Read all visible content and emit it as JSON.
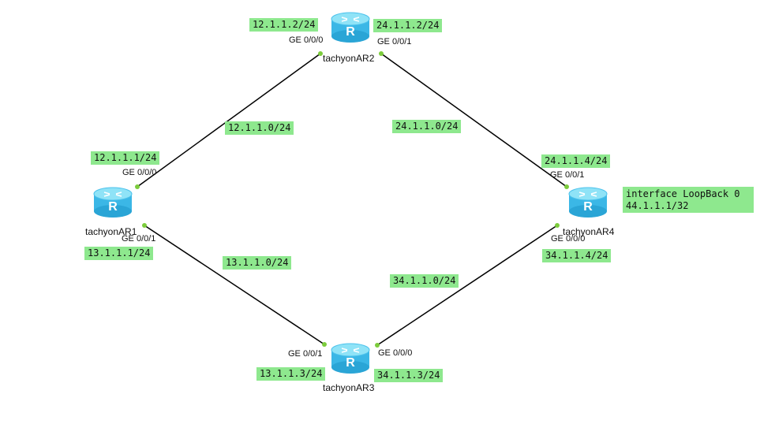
{
  "routers": [
    {
      "id": "r1",
      "name": "tachyonAR1"
    },
    {
      "id": "r2",
      "name": "tachyonAR2"
    },
    {
      "id": "r3",
      "name": "tachyonAR3"
    },
    {
      "id": "r4",
      "name": "tachyonAR4"
    }
  ],
  "router_icon_letter": "R",
  "colors": {
    "label_bg": "#8ee88e",
    "link": "#000000",
    "endpoint": "#7ccc3c",
    "router_top": "#8fe3f7",
    "router_body": "#3bb7e6"
  },
  "addresses": {
    "ar2_ge000": "12.1.1.2/24",
    "ar2_ge001": "24.1.1.2/24",
    "ar1_ge000": "12.1.1.1/24",
    "ar1_ge001": "13.1.1.1/24",
    "ar4_ge001": "24.1.1.4/24",
    "ar4_ge000": "34.1.1.4/24",
    "ar3_ge001": "13.1.1.3/24",
    "ar3_ge000": "34.1.1.3/24"
  },
  "networks": {
    "n12": "12.1.1.0/24",
    "n24": "24.1.1.0/24",
    "n13": "13.1.1.0/24",
    "n34": "34.1.1.0/24"
  },
  "ports": {
    "ar2_left": "GE 0/0/0",
    "ar2_right": "GE 0/0/1",
    "ar1_top": "GE 0/0/0",
    "ar1_bottom": "GE 0/0/1",
    "ar4_top": "GE 0/0/1",
    "ar4_bottom": "GE 0/0/0",
    "ar3_left": "GE 0/0/1",
    "ar3_right": "GE 0/0/0"
  },
  "loopback": {
    "line1": "interface LoopBack 0",
    "line2": "44.1.1.1/32"
  }
}
